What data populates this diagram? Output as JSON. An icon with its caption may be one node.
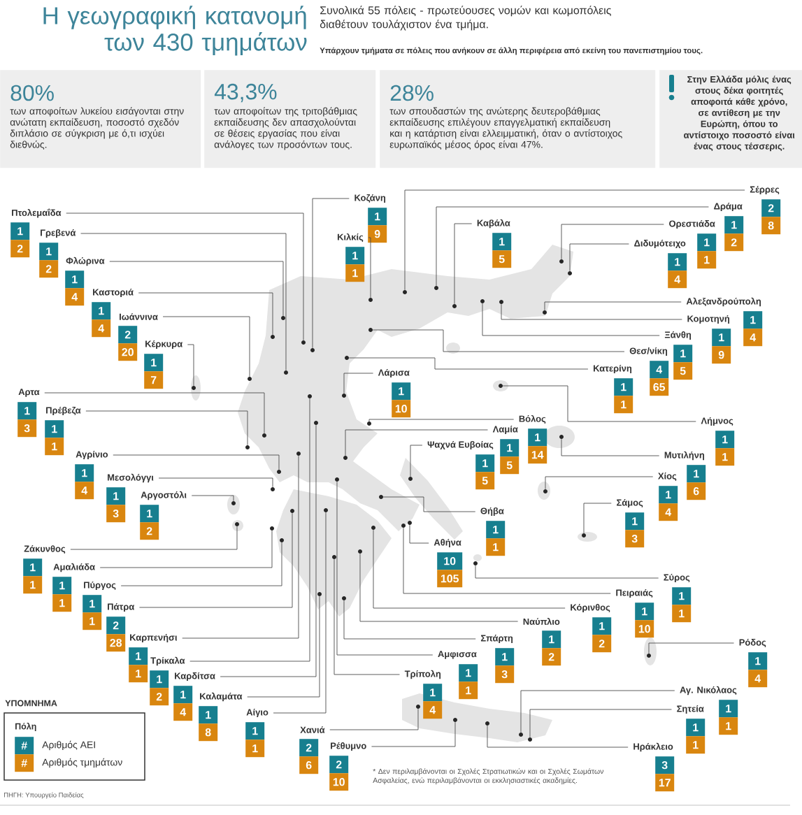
{
  "diagram": {
    "title": "Η γεωγραφική κατανομή των 430 τμημάτων",
    "nodes": [
      {
        "text": [
          "80%",
          "των αποφοίτων λυκείου εισάγονται στην ανώτατη εκπαίδευση, ποσοστό σχεδόν διπλάσιο σε σύγκριση με ό,τι ισχύει διεθνώς."
        ]
      },
      {
        "text": [
          "43,3%",
          "των αποφοίτων της τριτοβάθμιας εκπαίδευσης δεν απασχολούνται σε θέσεις εργασίας που είναι ανάλογες των προσόντων τους."
        ]
      },
      {
        "text": [
          "28%",
          "των σπουδαστών της ανώτερης δευτεροβάθμιας εκπαίδευσης επιλέγουν επαγγελματική εκπαίδευση και η κατάρτιση είναι ελλειμματική, όταν ο αντίστοιχος ευρωπαϊκός μέσος όρος είναι 47%."
        ]
      },
      {
        "text": [
          "Στην Ελλάδα μόλις ένας στους δέκα φοιτητές αποφοιτά κάθε χρόνο, σε αντίθεση με την Ευρώπη, όπου το αντίστοιχο ποσοστό είναι ένας στους τέσσερις."
        ]
      },
      {
        "text": [
          "Πτολεμαΐδα",
          "1",
          "2"
        ]
      },
      {
        "text": [
          "Γρεβενά",
          "1",
          "2"
        ]
      },
      {
        "text": [
          "Φλώρινα",
          "1",
          "4"
        ]
      },
      {
        "text": [
          "Καστοριά",
          "1",
          "4"
        ]
      },
      {
        "text": [
          "Ιωάννινα",
          "2",
          "20"
        ]
      },
      {
        "text": [
          "Κέρκυρα",
          "1",
          "7"
        ]
      },
      {
        "text": [
          "Αρτα",
          "1",
          "3"
        ]
      },
      {
        "text": [
          "Πρέβεζα",
          "1",
          "1"
        ]
      },
      {
        "text": [
          "Αγρίνιο",
          "1",
          "4"
        ]
      },
      {
        "text": [
          "Μεσολόγγι",
          "1",
          "3"
        ]
      },
      {
        "text": [
          "Αργοστόλι",
          "1",
          "2"
        ]
      },
      {
        "text": [
          "Ζάκυνθος",
          "1",
          "1"
        ]
      },
      {
        "text": [
          "Αμαλιάδα",
          "1",
          "1"
        ]
      },
      {
        "text": [
          "Πύργος",
          "1",
          "1"
        ]
      },
      {
        "text": [
          "Πάτρα",
          "2",
          "28"
        ]
      },
      {
        "text": [
          "Καρπενήσι",
          "1",
          "1"
        ]
      },
      {
        "text": [
          "Τρίκαλα",
          "1",
          "2"
        ]
      },
      {
        "text": [
          "Καρδίτσα",
          "1",
          "4"
        ]
      },
      {
        "text": [
          "Καλαμάτα",
          "1",
          "8"
        ]
      },
      {
        "text": [
          "Αίγιο",
          "1",
          "1"
        ]
      },
      {
        "text": [
          "Χανιά",
          "2",
          "6"
        ]
      },
      {
        "text": [
          "Ρέθυμνο",
          "2",
          "10"
        ]
      },
      {
        "text": [
          "Κοζάνη",
          "1",
          "9"
        ]
      },
      {
        "text": [
          "Κιλκίς",
          "1",
          "1"
        ]
      },
      {
        "text": [
          "Καβάλα",
          "1",
          "5"
        ]
      },
      {
        "text": [
          "Σέρρες",
          "2",
          "8"
        ]
      },
      {
        "text": [
          "Δράμα",
          "1",
          "2"
        ]
      },
      {
        "text": [
          "Ορεστιάδα",
          "1",
          "1"
        ]
      },
      {
        "text": [
          "Διδυμότειχο",
          "1",
          "4"
        ]
      },
      {
        "text": [
          "Αλεξανδρούπολη",
          "1",
          "4"
        ]
      },
      {
        "text": [
          "Κομοτηνή",
          "1",
          "9"
        ]
      },
      {
        "text": [
          "Ξάνθη",
          "1",
          "5"
        ]
      },
      {
        "text": [
          "Θεσ/νίκη",
          "4",
          "65"
        ]
      },
      {
        "text": [
          "Κατερίνη",
          "1",
          "1"
        ]
      },
      {
        "text": [
          "Λάρισα",
          "1",
          "10"
        ]
      },
      {
        "text": [
          "Βόλος",
          "1",
          "14"
        ]
      },
      {
        "text": [
          "Λήμνος",
          "1",
          "1"
        ]
      },
      {
        "text": [
          "Λαμία",
          "1",
          "5"
        ]
      },
      {
        "text": [
          "Ψαχνά Ευβοίας",
          "1",
          "5"
        ]
      },
      {
        "text": [
          "Μυτιλήνη",
          "1",
          "6"
        ]
      },
      {
        "text": [
          "Χίος",
          "1",
          "4"
        ]
      },
      {
        "text": [
          "Σάμος",
          "1",
          "3"
        ]
      },
      {
        "text": [
          "Θήβα",
          "1",
          "1"
        ]
      },
      {
        "text": [
          "Αθήνα",
          "10",
          "105"
        ]
      },
      {
        "text": [
          "Σύρος",
          "1",
          "1"
        ]
      },
      {
        "text": [
          "Πειραιάς",
          "1",
          "10"
        ]
      },
      {
        "text": [
          "Κόρινθος",
          "1",
          "2"
        ]
      },
      {
        "text": [
          "Ναύπλιο",
          "1",
          "2"
        ]
      },
      {
        "text": [
          "Σπάρτη",
          "1",
          "3"
        ]
      },
      {
        "text": [
          "Αμφισσα",
          "1",
          "1"
        ]
      },
      {
        "text": [
          "Τρίπολη",
          "1",
          "4"
        ]
      },
      {
        "text": [
          "Ρόδος",
          "1",
          "4"
        ]
      },
      {
        "text": [
          "Αγ. Νικόλαος",
          "1",
          "1"
        ]
      },
      {
        "text": [
          "Σητεία",
          "1",
          "1"
        ]
      },
      {
        "text": [
          "Ηράκλειο",
          "3",
          "17"
        ]
      },
      {
        "text": [],
        "shape": "circle"
      },
      {
        "text": [],
        "shape": "circle"
      },
      {
        "text": [],
        "shape": "circle"
      },
      {
        "text": [],
        "shape": "circle"
      },
      {
        "text": [],
        "shape": "circle"
      },
      {
        "text": [],
        "shape": "circle"
      },
      {
        "text": [],
        "shape": "circle"
      },
      {
        "text": [],
        "shape": "circle"
      },
      {
        "text": [],
        "shape": "circle"
      },
      {
        "text": [],
        "shape": "circle"
      },
      {
        "text": [],
        "shape": "circle"
      },
      {
        "text": [],
        "shape": "circle"
      },
      {
        "text": [],
        "shape": "circle"
      },
      {
        "text": [],
        "shape": "circle"
      },
      {
        "text": [],
        "shape": "circle"
      },
      {
        "text": [],
        "shape": "circle"
      },
      {
        "text": [],
        "shape": "circle"
      },
      {
        "text": [],
        "shape": "circle"
      },
      {
        "text": [],
        "shape": "circle"
      },
      {
        "text": [],
        "shape": "circle"
      },
      {
        "text": [],
        "shape": "circle"
      },
      {
        "text": [],
        "shape": "circle"
      },
      {
        "text": [],
        "shape": "circle"
      },
      {
        "text": [],
        "shape": "circle"
      },
      {
        "text": [],
        "shape": "circle"
      },
      {
        "text": [],
        "shape": "circle"
      },
      {
        "text": [],
        "shape": "circle"
      },
      {
        "text": [],
        "shape": "circle"
      },
      {
        "text": [],
        "shape": "circle"
      },
      {
        "text": [],
        "shape": "circle"
      },
      {
        "text": [],
        "shape": "circle"
      },
      {
        "text": [],
        "shape": "circle"
      },
      {
        "text": [],
        "shape": "circle"
      },
      {
        "text": [],
        "shape": "circle"
      },
      {
        "text": [],
        "shape": "circle"
      },
      {
        "text": [],
        "shape": "circle"
      },
      {
        "text": [],
        "shape": "circle"
      },
      {
        "text": [],
        "shape": "circle"
      },
      {
        "text": [],
        "shape": "circle"
      },
      {
        "text": [],
        "shape": "circle"
      },
      {
        "text": [],
        "shape": "circle"
      },
      {
        "text": [],
        "shape": "circle"
      },
      {
        "text": [],
        "shape": "circle"
      },
      {
        "text": [],
        "shape": "circle"
      },
      {
        "text": [],
        "shape": "circle"
      },
      {
        "text": [],
        "shape": "circle"
      },
      {
        "text": [],
        "shape": "circle"
      },
      {
        "text": [],
        "shape": "circle"
      },
      {
        "text": [],
        "shape": "circle"
      },
      {
        "text": [],
        "shape": "circle"
      },
      {
        "text": [],
        "shape": "circle"
      },
      {
        "text": [],
        "shape": "circle"
      },
      {
        "text": [],
        "shape": "circle"
      },
      {
        "text": [],
        "shape": "circle"
      },
      {
        "text": [],
        "shape": "circle"
      }
    ],
    "edges": [
      {
        "from": 4,
        "to": 59,
        "arrow": "none"
      },
      {
        "from": 5,
        "to": 60,
        "arrow": "none"
      },
      {
        "from": 6,
        "to": 61,
        "arrow": "none"
      },
      {
        "from": 7,
        "to": 62,
        "arrow": "none"
      },
      {
        "from": 8,
        "to": 63,
        "arrow": "none"
      },
      {
        "from": 9,
        "to": 64,
        "arrow": "none"
      },
      {
        "from": 10,
        "to": 65,
        "arrow": "none"
      },
      {
        "from": 11,
        "to": 66,
        "arrow": "none"
      },
      {
        "from": 12,
        "to": 67,
        "arrow": "none"
      },
      {
        "from": 13,
        "to": 68,
        "arrow": "none"
      },
      {
        "from": 14,
        "to": 69,
        "arrow": "none"
      },
      {
        "from": 15,
        "to": 70,
        "arrow": "none"
      },
      {
        "from": 16,
        "to": 71,
        "arrow": "none"
      },
      {
        "from": 17,
        "to": 72,
        "arrow": "none"
      },
      {
        "from": 18,
        "to": 73,
        "arrow": "none"
      },
      {
        "from": 19,
        "to": 74,
        "arrow": "none"
      },
      {
        "from": 20,
        "to": 75,
        "arrow": "none"
      },
      {
        "from": 21,
        "to": 76,
        "arrow": "none"
      },
      {
        "from": 22,
        "to": 77,
        "arrow": "none"
      },
      {
        "from": 23,
        "to": 78,
        "arrow": "none"
      },
      {
        "from": 24,
        "to": 79,
        "arrow": "none"
      },
      {
        "from": 25,
        "to": 80,
        "arrow": "none"
      },
      {
        "from": 26,
        "to": 81,
        "arrow": "none"
      },
      {
        "from": 27,
        "to": 82,
        "arrow": "none"
      },
      {
        "from": 28,
        "to": 83,
        "arrow": "none"
      },
      {
        "from": 29,
        "to": 84,
        "arrow": "none"
      },
      {
        "from": 30,
        "to": 85,
        "arrow": "none"
      },
      {
        "from": 31,
        "to": 86,
        "arrow": "none"
      },
      {
        "from": 32,
        "to": 87,
        "arrow": "none"
      },
      {
        "from": 33,
        "to": 88,
        "arrow": "none"
      },
      {
        "from": 34,
        "to": 89,
        "arrow": "none"
      },
      {
        "from": 35,
        "to": 90,
        "arrow": "none"
      },
      {
        "from": 36,
        "to": 91,
        "arrow": "none"
      },
      {
        "from": 37,
        "to": 92,
        "arrow": "none"
      },
      {
        "from": 38,
        "to": 93,
        "arrow": "none"
      },
      {
        "from": 39,
        "to": 94,
        "arrow": "none"
      },
      {
        "from": 40,
        "to": 95,
        "arrow": "none"
      },
      {
        "from": 41,
        "to": 96,
        "arrow": "none"
      },
      {
        "from": 42,
        "to": 97,
        "arrow": "none"
      },
      {
        "from": 43,
        "to": 98,
        "arrow": "none"
      },
      {
        "from": 44,
        "to": 99,
        "arrow": "none"
      },
      {
        "from": 45,
        "to": 100,
        "arrow": "none"
      },
      {
        "from": 46,
        "to": 101,
        "arrow": "none"
      },
      {
        "from": 47,
        "to": 102,
        "arrow": "none"
      },
      {
        "from": 48,
        "to": 103,
        "arrow": "none"
      },
      {
        "from": 49,
        "to": 104,
        "arrow": "none"
      },
      {
        "from": 50,
        "to": 105,
        "arrow": "none"
      },
      {
        "from": 51,
        "to": 106,
        "arrow": "none"
      },
      {
        "from": 52,
        "to": 107,
        "arrow": "none"
      },
      {
        "from": 53,
        "to": 108,
        "arrow": "none"
      },
      {
        "from": 54,
        "to": 109,
        "arrow": "none"
      },
      {
        "from": 55,
        "to": 110,
        "arrow": "none"
      },
      {
        "from": 56,
        "to": 111,
        "arrow": "none"
      },
      {
        "from": 57,
        "to": 112,
        "arrow": "none"
      },
      {
        "from": 58,
        "to": 113,
        "arrow": "none"
      }
    ],
    "labels": [
      "Συνολικά 55 πόλεις - πρωτεύουσες νομών και κωμοπόλεις διαθέτουν τουλάχιστον ένα τμήμα.",
      "Υπάρχουν τμήματα σε πόλεις που ανήκουν σε άλλη περιφέρεια από εκείνη του πανεπιστημίου τους.",
      "ΥΠΟΜΝΗΜΑ",
      "Πόλη",
      "#",
      "#",
      "* Δεν περιλαμβάνονται οι Σχολές Στρατιωτικών και οι Σχολές Σωμάτων Ασφαλείας, ενώ περιλαμβάνονται οι εκκλησιαστικές ακαδημίες.",
      "ΠΗΓΗ: Υπουργείο Παιδείας"
    ],
    "legend": [
      {
        "text": "Αριθμός ΑΕΙ",
        "color": "#177f8f"
      },
      {
        "text": "Αριθμός τμημάτων",
        "color": "#d9860f"
      }
    ]
  }
}
